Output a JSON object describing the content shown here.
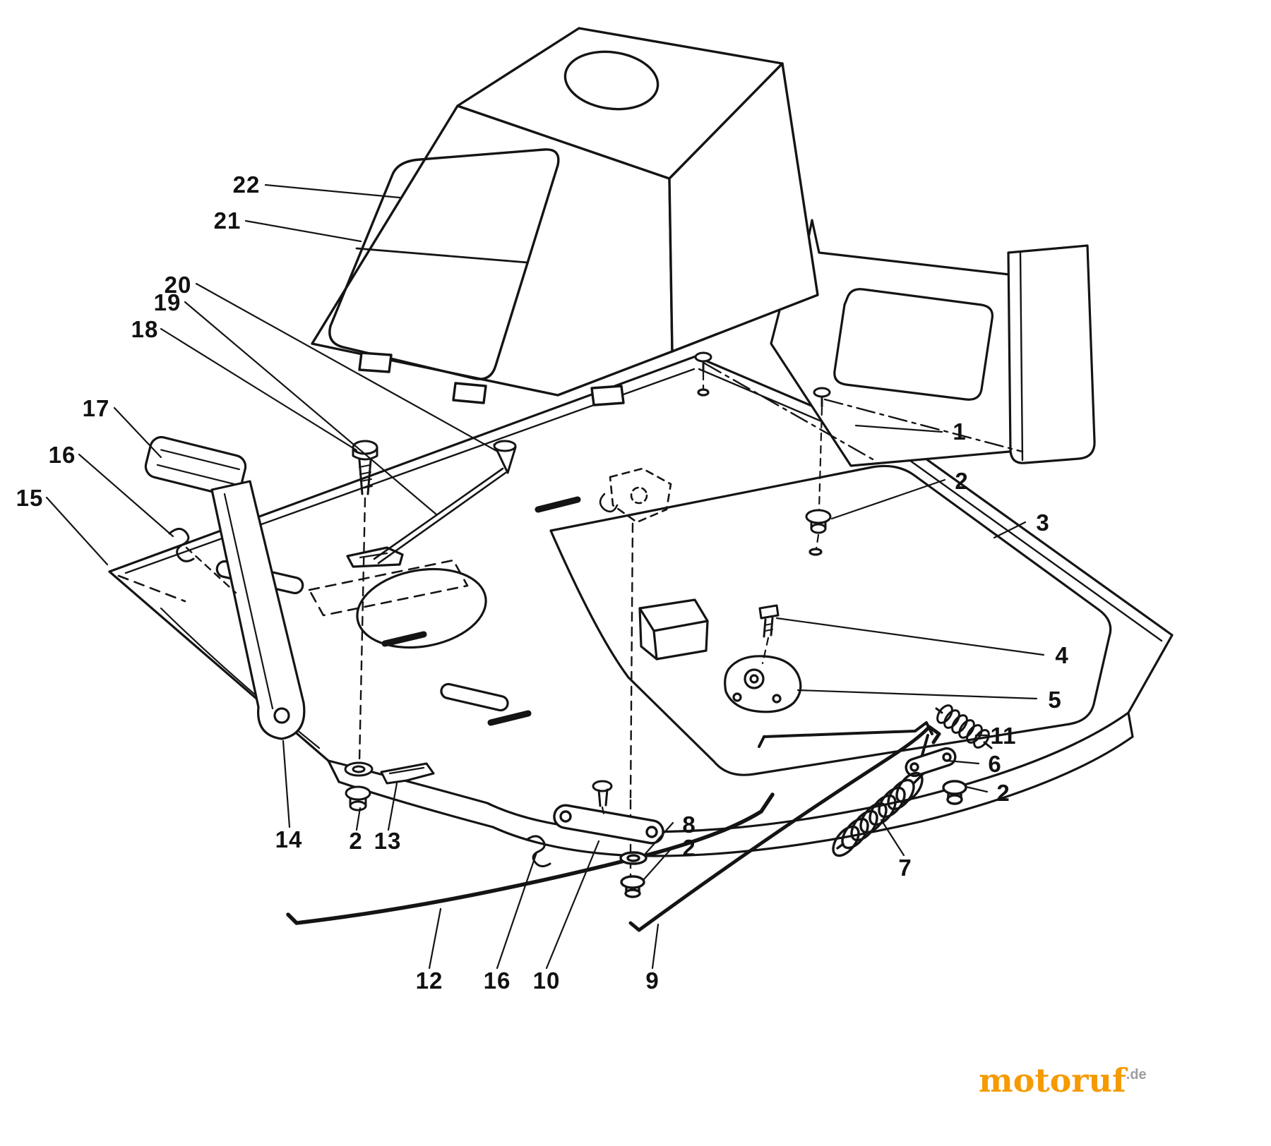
{
  "page": {
    "title": "Exploded parts diagram - front body and hood assembly",
    "background": "#ffffff",
    "line_color": "#141414"
  },
  "watermark": {
    "brand": "motoruf",
    "tld": ".de",
    "brand_color": "#F59B00",
    "tld_color": "#9E9E9E"
  },
  "callouts": [
    {
      "label": "22"
    },
    {
      "label": "21"
    },
    {
      "label": "20"
    },
    {
      "label": "19"
    },
    {
      "label": "18"
    },
    {
      "label": "17"
    },
    {
      "label": "16"
    },
    {
      "label": "15"
    },
    {
      "label": "1"
    },
    {
      "label": "2"
    },
    {
      "label": "3"
    },
    {
      "label": "4"
    },
    {
      "label": "5"
    },
    {
      "label": "11"
    },
    {
      "label": "6"
    },
    {
      "label": "2"
    },
    {
      "label": "7"
    },
    {
      "label": "14"
    },
    {
      "label": "2"
    },
    {
      "label": "13"
    },
    {
      "label": "8"
    },
    {
      "label": "2"
    },
    {
      "label": "12"
    },
    {
      "label": "16"
    },
    {
      "label": "10"
    },
    {
      "label": "9"
    }
  ]
}
